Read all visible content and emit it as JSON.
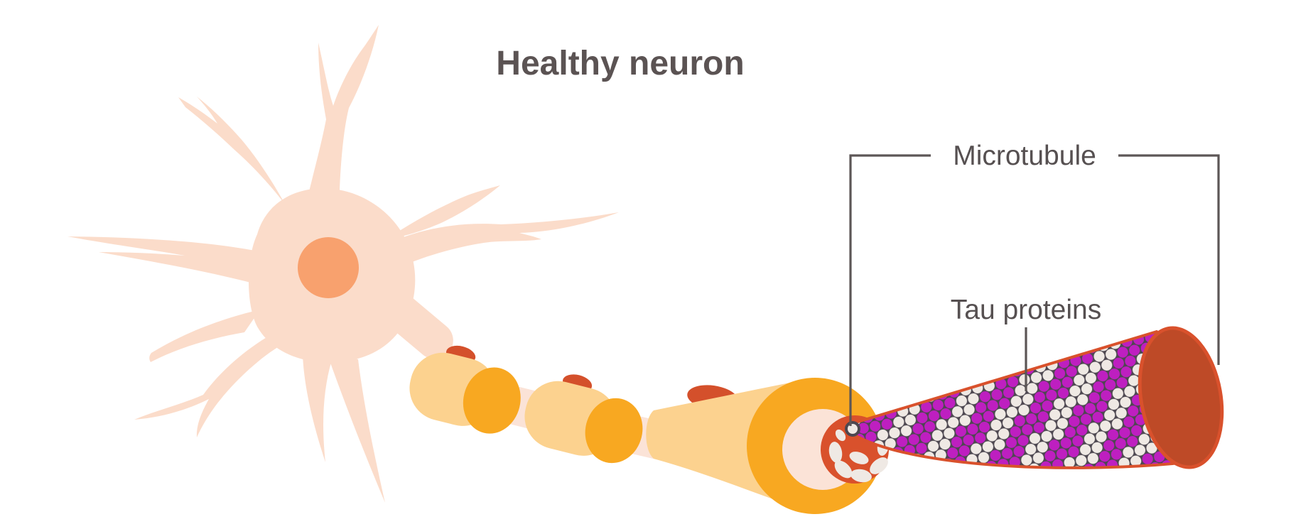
{
  "figure": {
    "title": "Healthy neuron",
    "labels": {
      "microtubule": "Microtubule",
      "tau_proteins": "Tau proteins"
    }
  },
  "palette": {
    "title_text": "#5B5353",
    "label_text": "#565051",
    "line": "#5C5656",
    "soma": "#FBDCCA",
    "nucleus": "#F8A16E",
    "core": "#FBE3D7",
    "myelin_light": "#FCD28F",
    "myelin_orange": "#F8A821",
    "bump": "#D4502B",
    "rim": "#D9512C",
    "cone_bg": "#4D4750",
    "dot_white": "#EFE9E4",
    "dot_magenta": "#BE1FC0",
    "endcap": "#BE4A27"
  }
}
